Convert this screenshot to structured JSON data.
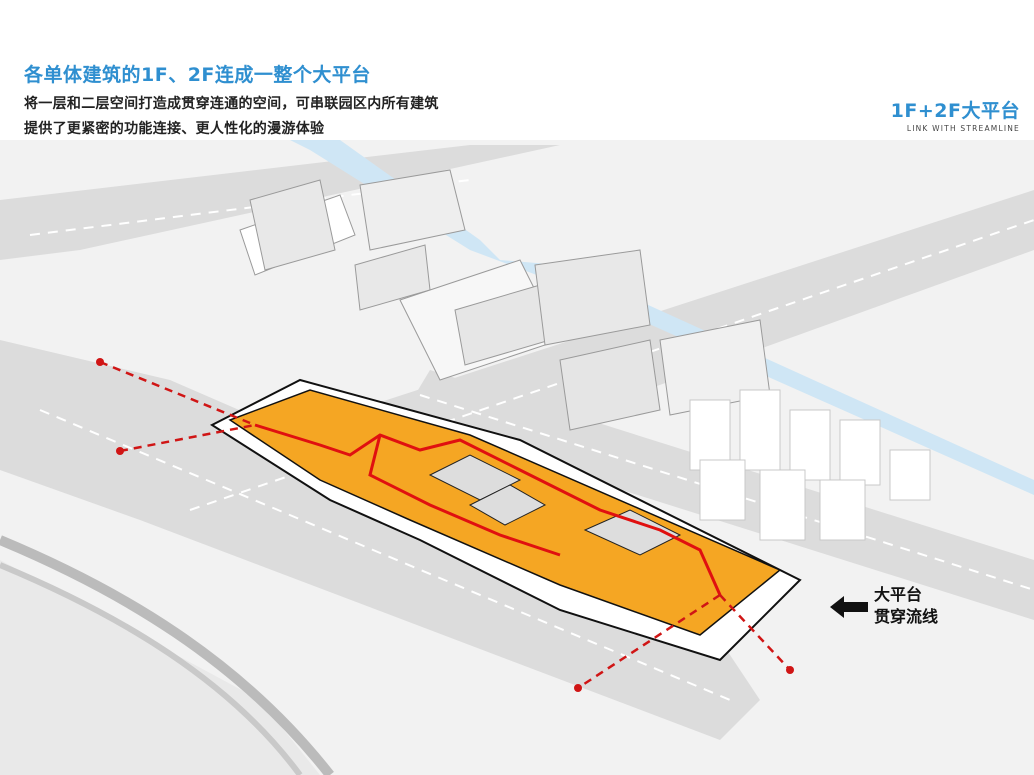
{
  "header": {
    "title": "各单体建筑的1F、2F连成一整个大平台",
    "description_line1": "将一层和二层空间打造成贯穿连通的空间，可串联园区内所有建筑",
    "description_line2": "提供了更紧密的功能连接、更人性化的漫游体验"
  },
  "badge": {
    "main": "1F+2F大平台",
    "sub": "LINK WITH STREAMLINE"
  },
  "callout": {
    "line1": "大平台",
    "line2": "贯穿流线"
  },
  "colors": {
    "accent": "#2f8fd0",
    "platform": "#f5a623",
    "circulation": "#e01010",
    "river": "#cfe6f5",
    "road": "#e6e6e6"
  }
}
